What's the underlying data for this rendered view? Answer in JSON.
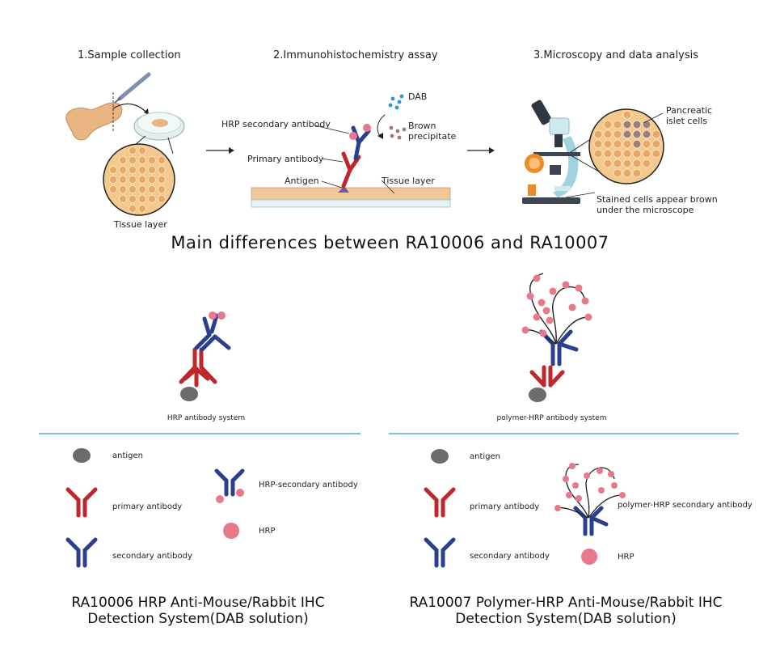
{
  "steps": {
    "step1": "1.Sample collection",
    "step2": "2.Immunohistochemistry assay",
    "step3": "3.Microscopy and data analysis"
  },
  "step1": {
    "tissue_label": "Tissue layer"
  },
  "step2": {
    "dab": "DAB",
    "brown_line1": "Brown",
    "brown_line2": "precipitate",
    "hrp_secondary": "HRP secondary antibody",
    "primary": "Primary antibody",
    "antigen": "Antigen",
    "tissue_layer": "Tissue layer"
  },
  "step3": {
    "pancreatic_line1": "Pancreatic",
    "pancreatic_line2": "islet cells",
    "stained_line1": "Stained cells appear brown",
    "stained_line2": "under the microscope"
  },
  "main_title": "Main differences between RA10006 and RA10007",
  "left": {
    "system_label": "HRP antibody system",
    "legend": {
      "antigen": "antigen",
      "primary": "primary antibody",
      "secondary": "secondary antibody",
      "hrp_secondary": "HRP-secondary antibody",
      "hrp": "HRP"
    },
    "kit_line1": "RA10006 HRP Anti-Mouse/Rabbit IHC",
    "kit_line2": "Detection System(DAB solution)"
  },
  "right": {
    "system_label": "polymer-HRP antibody system",
    "legend": {
      "antigen": "antigen",
      "primary": "primary antibody",
      "secondary": "secondary antibody",
      "polymer_hrp_secondary": "polymer-HRP secondary antibody",
      "hrp": "HRP"
    },
    "kit_line1": "RA10007 Polymer-HRP Anti-Mouse/Rabbit IHC",
    "kit_line2": "Detection System(DAB solution)"
  },
  "colors": {
    "primary_antibody": "#c0272d",
    "secondary_antibody": "#2b3f8f",
    "hrp": "#e8798b",
    "antigen": "#6b6b6b",
    "divider": "#7fc4d8",
    "tissue": "#f4c98e",
    "tissue_cell": "#e6a864",
    "dab": "#2a9ad2",
    "brown": "#a47a6a"
  }
}
